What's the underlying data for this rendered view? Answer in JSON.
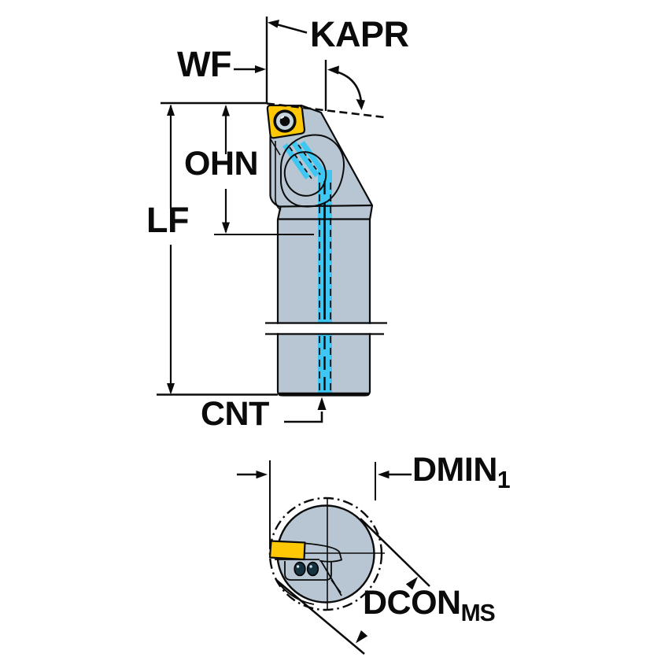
{
  "drawing": {
    "description": "Dimensional line drawing of a boring bar / internal turning tool with screw-clamped insert, side view with coolant channel and shank break, plus end view circle",
    "labels": {
      "kapr": "KAPR",
      "wf": "WF",
      "ohn": "OHN",
      "lf": "LF",
      "cnt": "CNT",
      "dmin": {
        "text": "DMIN",
        "sub": "1"
      },
      "dcon": {
        "text": "DCON",
        "sub": "MS"
      }
    },
    "colors": {
      "insert": "#FFC805",
      "body": "#B7C6D2",
      "coolant": "#3EC7F2",
      "line": "#0B0B0B",
      "background": "#FFFFFF"
    }
  }
}
